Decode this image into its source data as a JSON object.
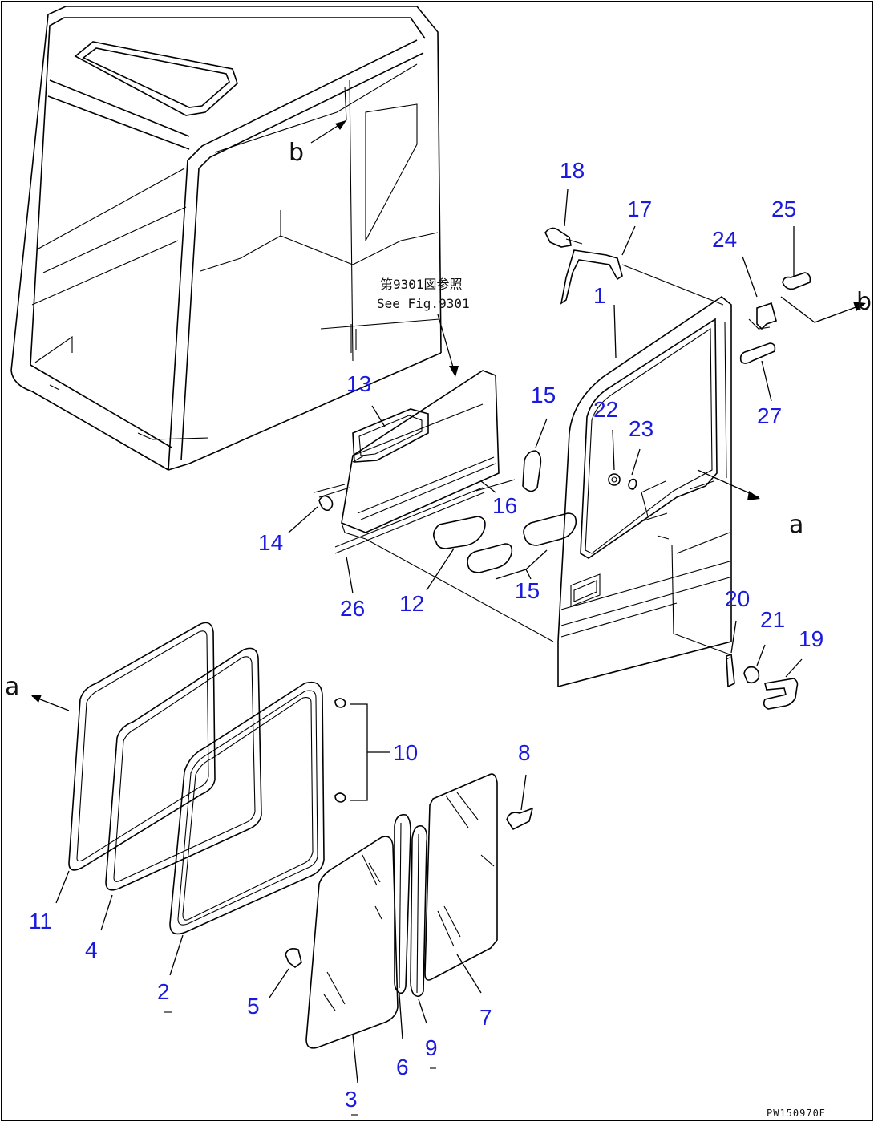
{
  "note": {
    "line1": "第9301図参照",
    "line2": "See Fig.9301"
  },
  "view_letters": {
    "b_top": "b",
    "b_right": "b",
    "a_left": "a",
    "a_right": "a"
  },
  "drawing_code": "PW150970E",
  "part_labels": [
    {
      "id": "1",
      "text": "1"
    },
    {
      "id": "2",
      "text": "2"
    },
    {
      "id": "3",
      "text": "3"
    },
    {
      "id": "4",
      "text": "4"
    },
    {
      "id": "5",
      "text": "5"
    },
    {
      "id": "6",
      "text": "6"
    },
    {
      "id": "7",
      "text": "7"
    },
    {
      "id": "8",
      "text": "8"
    },
    {
      "id": "9",
      "text": "9"
    },
    {
      "id": "10",
      "text": "10"
    },
    {
      "id": "11",
      "text": "11"
    },
    {
      "id": "12",
      "text": "12"
    },
    {
      "id": "13",
      "text": "13"
    },
    {
      "id": "14",
      "text": "14"
    },
    {
      "id": "15a",
      "text": "15"
    },
    {
      "id": "15b",
      "text": "15"
    },
    {
      "id": "16",
      "text": "16"
    },
    {
      "id": "17",
      "text": "17"
    },
    {
      "id": "18",
      "text": "18"
    },
    {
      "id": "19",
      "text": "19"
    },
    {
      "id": "20",
      "text": "20"
    },
    {
      "id": "21",
      "text": "21"
    },
    {
      "id": "22",
      "text": "22"
    },
    {
      "id": "23",
      "text": "23"
    },
    {
      "id": "24",
      "text": "24"
    },
    {
      "id": "25",
      "text": "25"
    },
    {
      "id": "26",
      "text": "26"
    },
    {
      "id": "27",
      "text": "27"
    }
  ]
}
